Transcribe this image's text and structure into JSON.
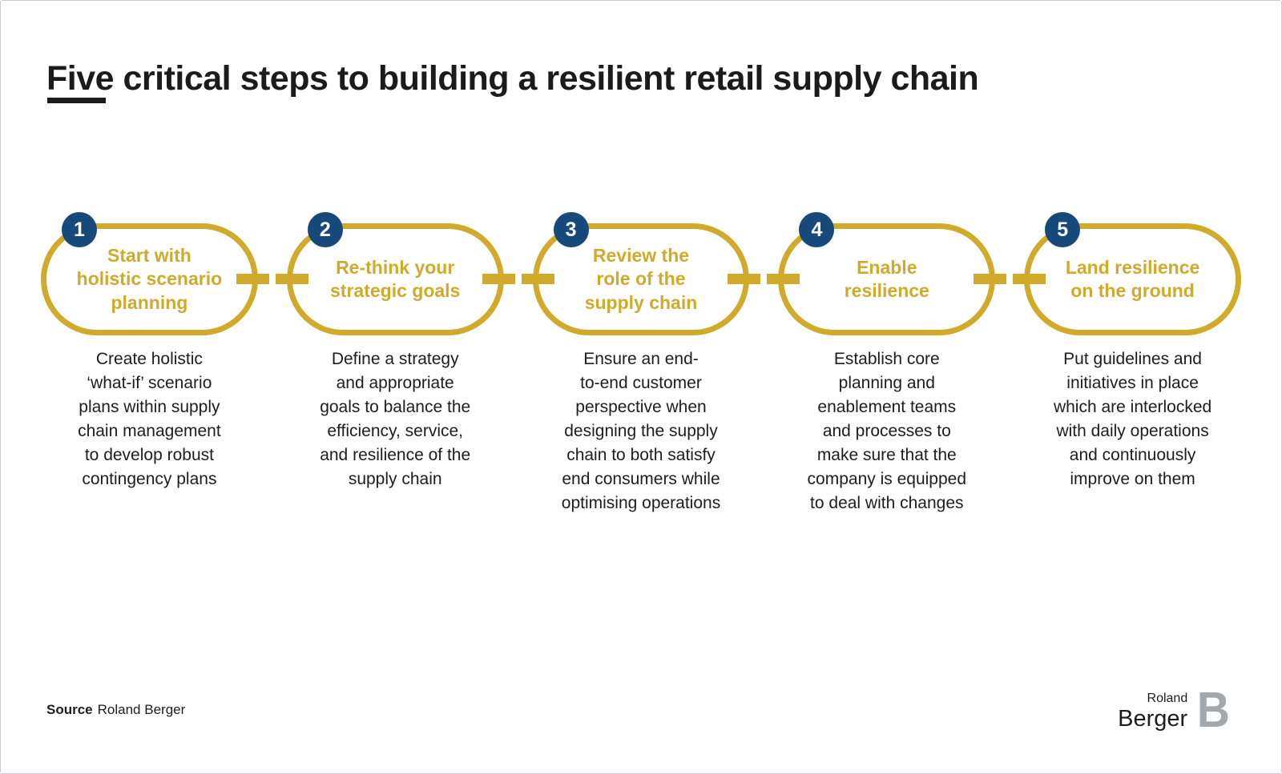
{
  "slide": {
    "title": "Five critical steps to building a resilient retail supply chain"
  },
  "steps": [
    {
      "number": "1",
      "title": "Start with\nholistic scenario\nplanning",
      "description": "Create holistic\n‘what-if’ scenario\nplans within supply\nchain management\nto develop robust\ncontingency plans"
    },
    {
      "number": "2",
      "title": "Re-think your\nstrategic goals",
      "description": "Define a strategy\nand appropriate\ngoals to balance the\nefficiency, service,\nand resilience of the\nsupply chain"
    },
    {
      "number": "3",
      "title": "Review the\nrole of the\nsupply chain",
      "description": "Ensure an end-\nto-end customer\nperspective when\ndesigning the supply\nchain to both satisfy\nend consumers while\noptimising operations"
    },
    {
      "number": "4",
      "title": "Enable\nresilience",
      "description": "Establish core\nplanning and\nenablement teams\nand processes to\nmake sure that the\ncompany is equipped\nto deal with changes"
    },
    {
      "number": "5",
      "title": "Land resilience\non the ground",
      "description": "Put guidelines and\ninitiatives in place\nwhich are interlocked\nwith daily operations\nand continuously\nimprove on them"
    }
  ],
  "footer": {
    "source_label": "Source",
    "source_value": "Roland Berger",
    "logo": {
      "line1": "Roland",
      "line2": "Berger",
      "mark": "B"
    }
  },
  "colors": {
    "gold": "#D1A92B",
    "navy": "#17497B",
    "text": "#1D1D1D",
    "logo_mark_gray": "#A3A8AD"
  }
}
